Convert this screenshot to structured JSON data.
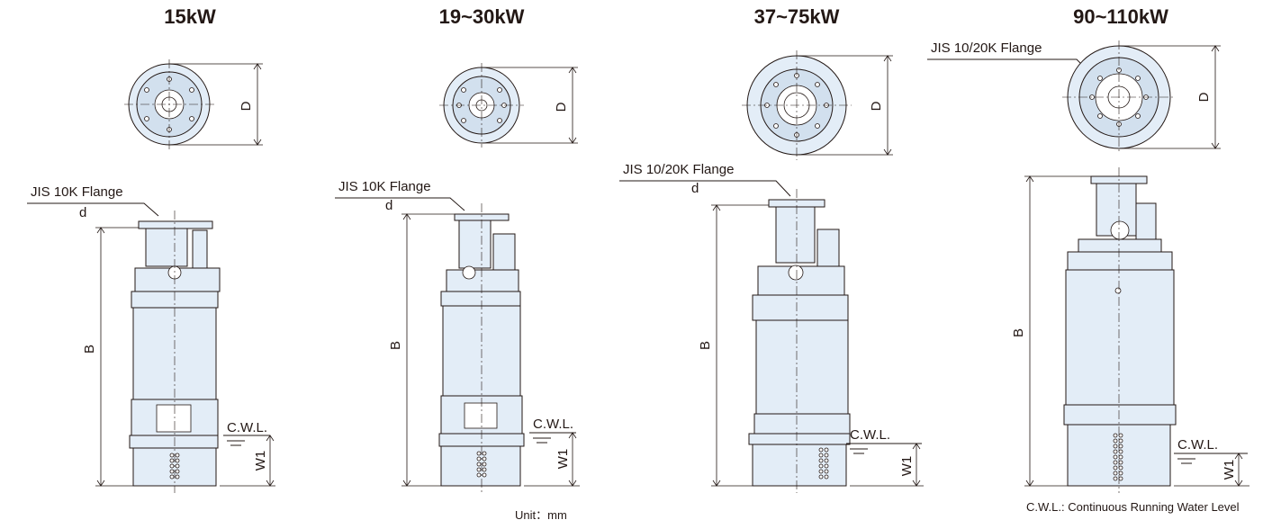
{
  "models": [
    {
      "title": "15kW",
      "flange_label": "JIS 10K Flange",
      "d_label": "d",
      "b_label": "B",
      "w1_label": "W1",
      "D_label": "D",
      "cwl_label": "C.W.L."
    },
    {
      "title": "19~30kW",
      "flange_label": "JIS 10K Flange",
      "d_label": "d",
      "b_label": "B",
      "w1_label": "W1",
      "D_label": "D",
      "cwl_label": "C.W.L."
    },
    {
      "title": "37~75kW",
      "flange_label": "JIS 10/20K Flange",
      "d_label": "d",
      "b_label": "B",
      "w1_label": "W1",
      "D_label": "D",
      "cwl_label": "C.W.L."
    },
    {
      "title": "90~110kW",
      "flange_label": "JIS 10/20K Flange",
      "d_label": "",
      "b_label": "B",
      "w1_label": "W1",
      "D_label": "D",
      "cwl_label": "C.W.L."
    }
  ],
  "unit_note": "Unit：mm",
  "cwl_note": "C.W.L.: Continuous Running Water Level",
  "colors": {
    "pump_fill": "#e3edf7",
    "line": "#231815"
  }
}
